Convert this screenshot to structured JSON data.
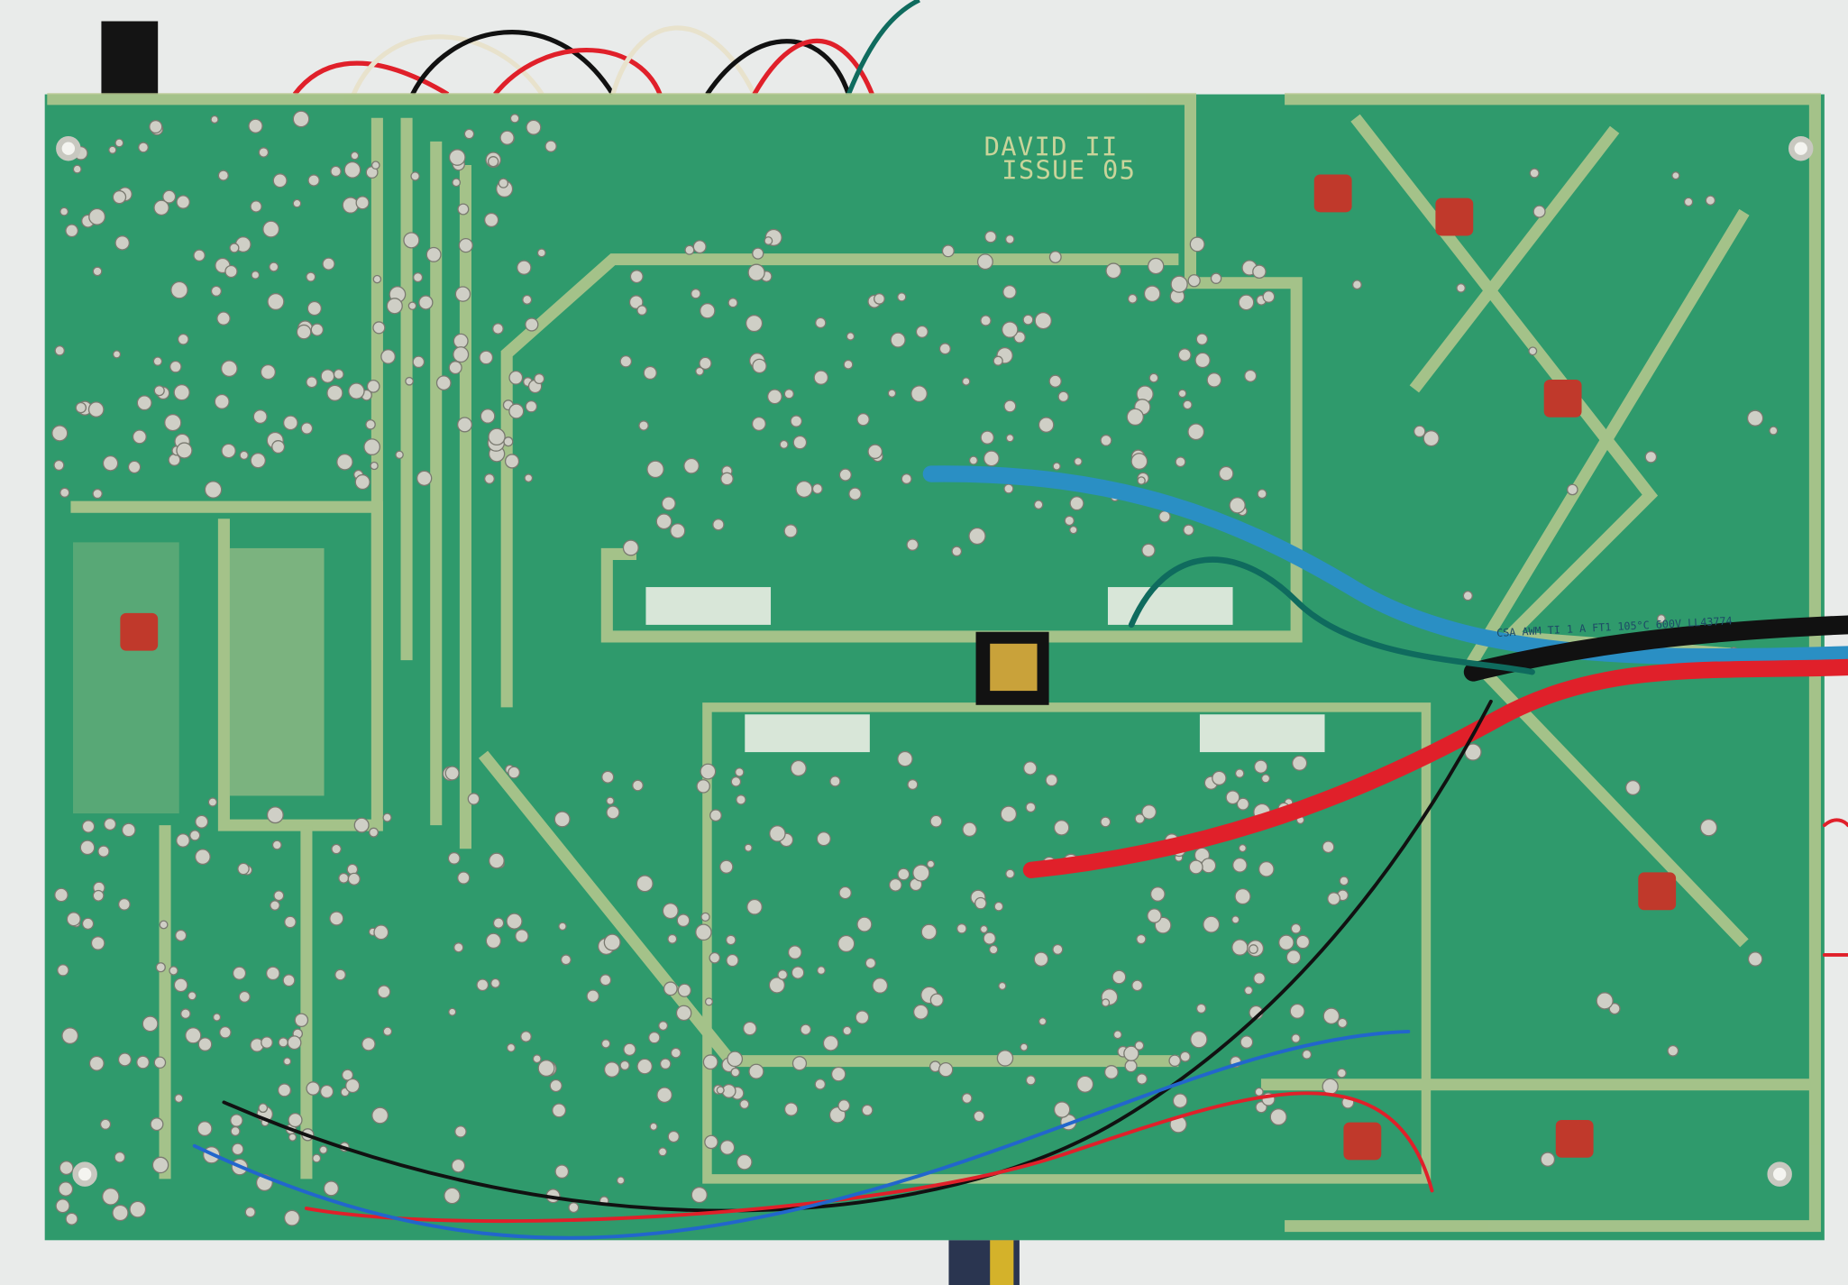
{
  "board": {
    "marking_line1": "DAVID II",
    "marking_line2": "ISSUE 05"
  },
  "wire_label": "CSA AWM TI 1 A FT1 105°C 600V LL43774",
  "colors": {
    "board": "#2f9a6c",
    "trace": "#b9c98f",
    "pad": "#c8c8c0",
    "capacitor": "#c0392b",
    "wire_blue": "#2a8fc4",
    "wire_red": "#e0202a",
    "wire_black": "#111111",
    "wire_teal": "#0f6b5e",
    "background": "#e9ebea"
  }
}
